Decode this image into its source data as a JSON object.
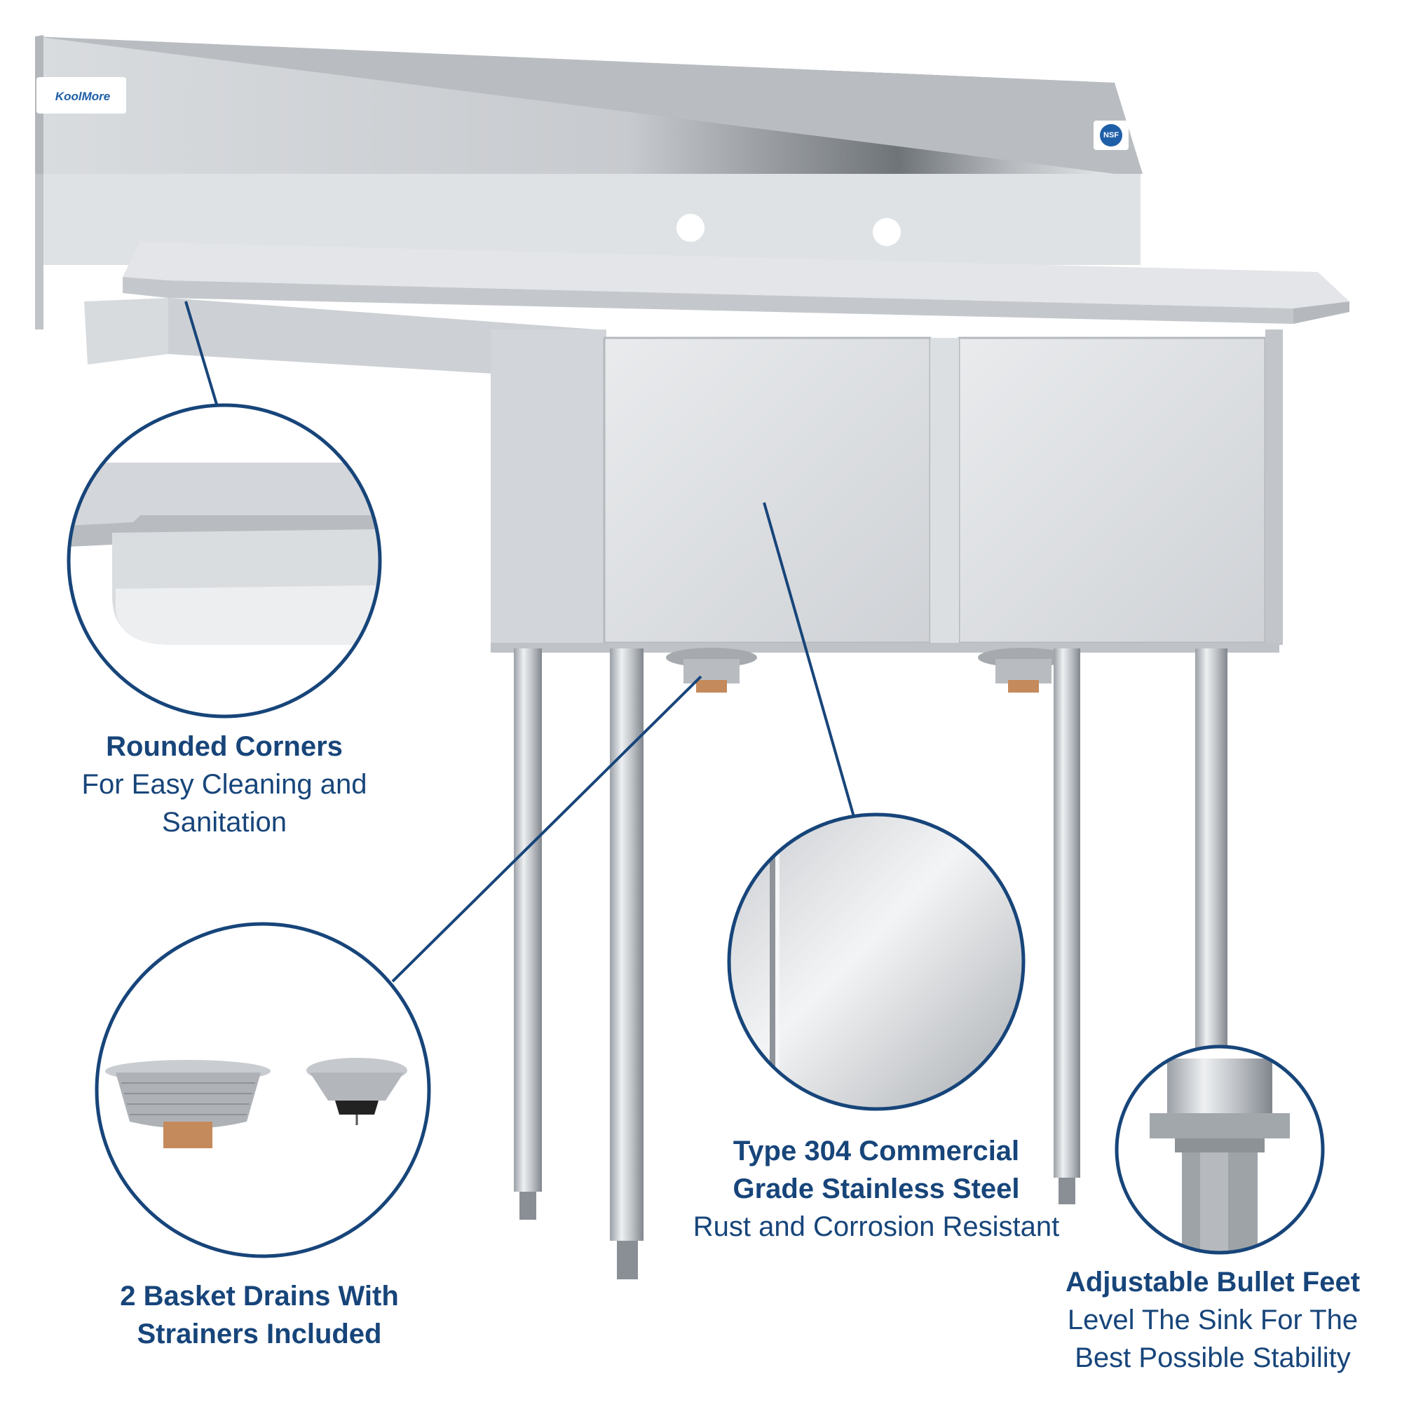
{
  "brand": {
    "logo_text": "KoolMore",
    "cert_text": "NSF"
  },
  "callouts": {
    "corners": {
      "heading": "Rounded Corners",
      "subtitle_1": "For Easy Cleaning and",
      "subtitle_2": "Sanitation"
    },
    "drains": {
      "heading_1": "2 Basket Drains With",
      "heading_2": "Strainers Included"
    },
    "steel": {
      "heading_1": "Type 304 Commercial",
      "heading_2": "Grade Stainless Steel",
      "subtitle": "Rust and Corrosion Resistant"
    },
    "feet": {
      "heading": "Adjustable Bullet Feet",
      "subtitle_1": "Level The Sink For The",
      "subtitle_2": "Best Possible Stability"
    }
  },
  "colors": {
    "callout_blue": "#17457a",
    "steel_light": "#e4e6e8",
    "steel_mid": "#c9ccd0",
    "steel_dark": "#8d9298"
  }
}
